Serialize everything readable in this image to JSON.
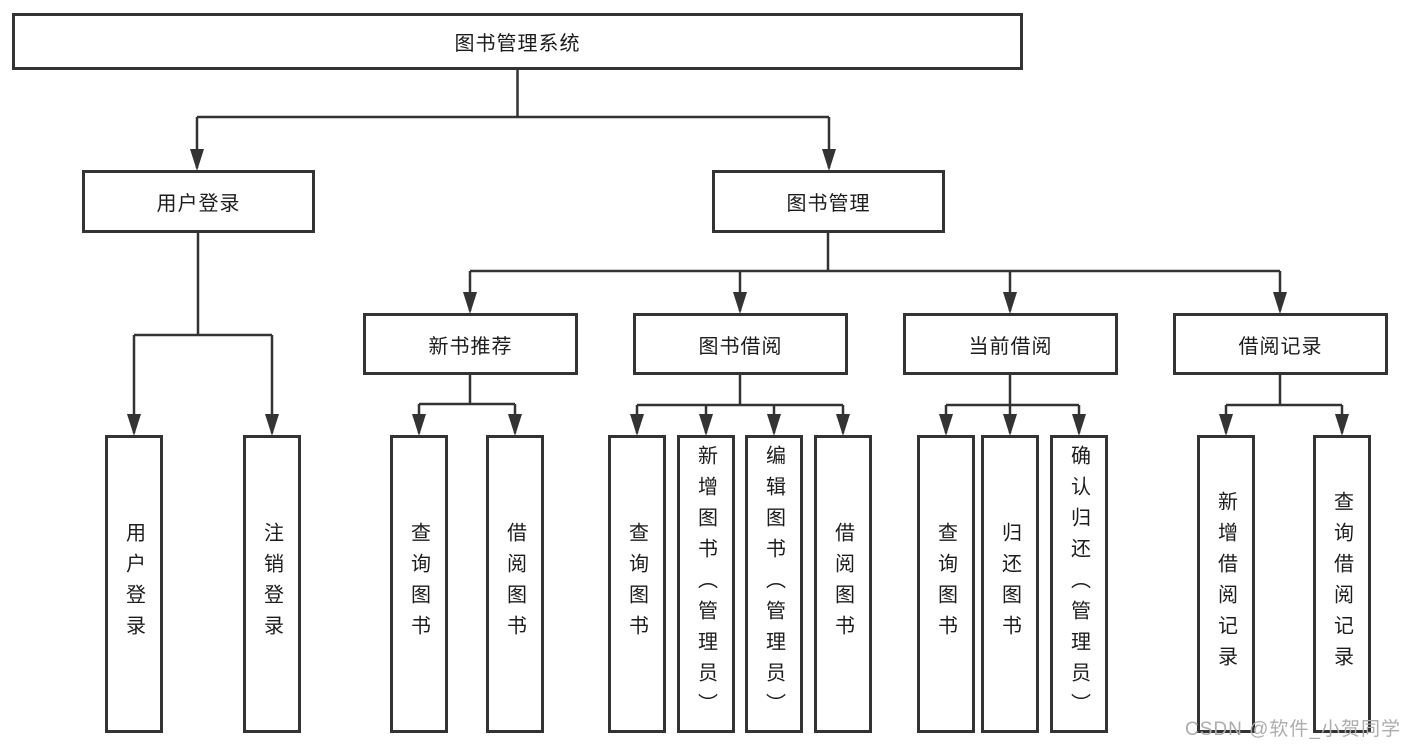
{
  "diagram": {
    "root": {
      "label": "图书管理系统"
    },
    "level2": [
      {
        "id": "user-login",
        "label": "用户登录",
        "children": [
          "用户登录",
          "注销登录"
        ]
      },
      {
        "id": "book-management",
        "label": "图书管理"
      }
    ],
    "level3": [
      {
        "id": "new-book-recommendation",
        "label": "新书推荐",
        "children": [
          "查询图书",
          "借阅图书"
        ]
      },
      {
        "id": "book-borrowing",
        "label": "图书借阅",
        "children": [
          "查询图书",
          "新增图书（管理员）",
          "编辑图书（管理员）",
          "借阅图书"
        ]
      },
      {
        "id": "current-borrowing",
        "label": "当前借阅",
        "children": [
          "查询图书",
          "归还图书",
          "确认归还（管理员）"
        ]
      },
      {
        "id": "borrowing-records",
        "label": "借阅记录",
        "children": [
          "新增借阅记录",
          "查询借阅记录"
        ]
      }
    ],
    "colors": {
      "line": "#333333",
      "text": "#1c1c1c",
      "background": "#ffffff",
      "watermark": "#adadad"
    }
  },
  "watermark": {
    "text": "CSDN @软件_小贺同学"
  }
}
